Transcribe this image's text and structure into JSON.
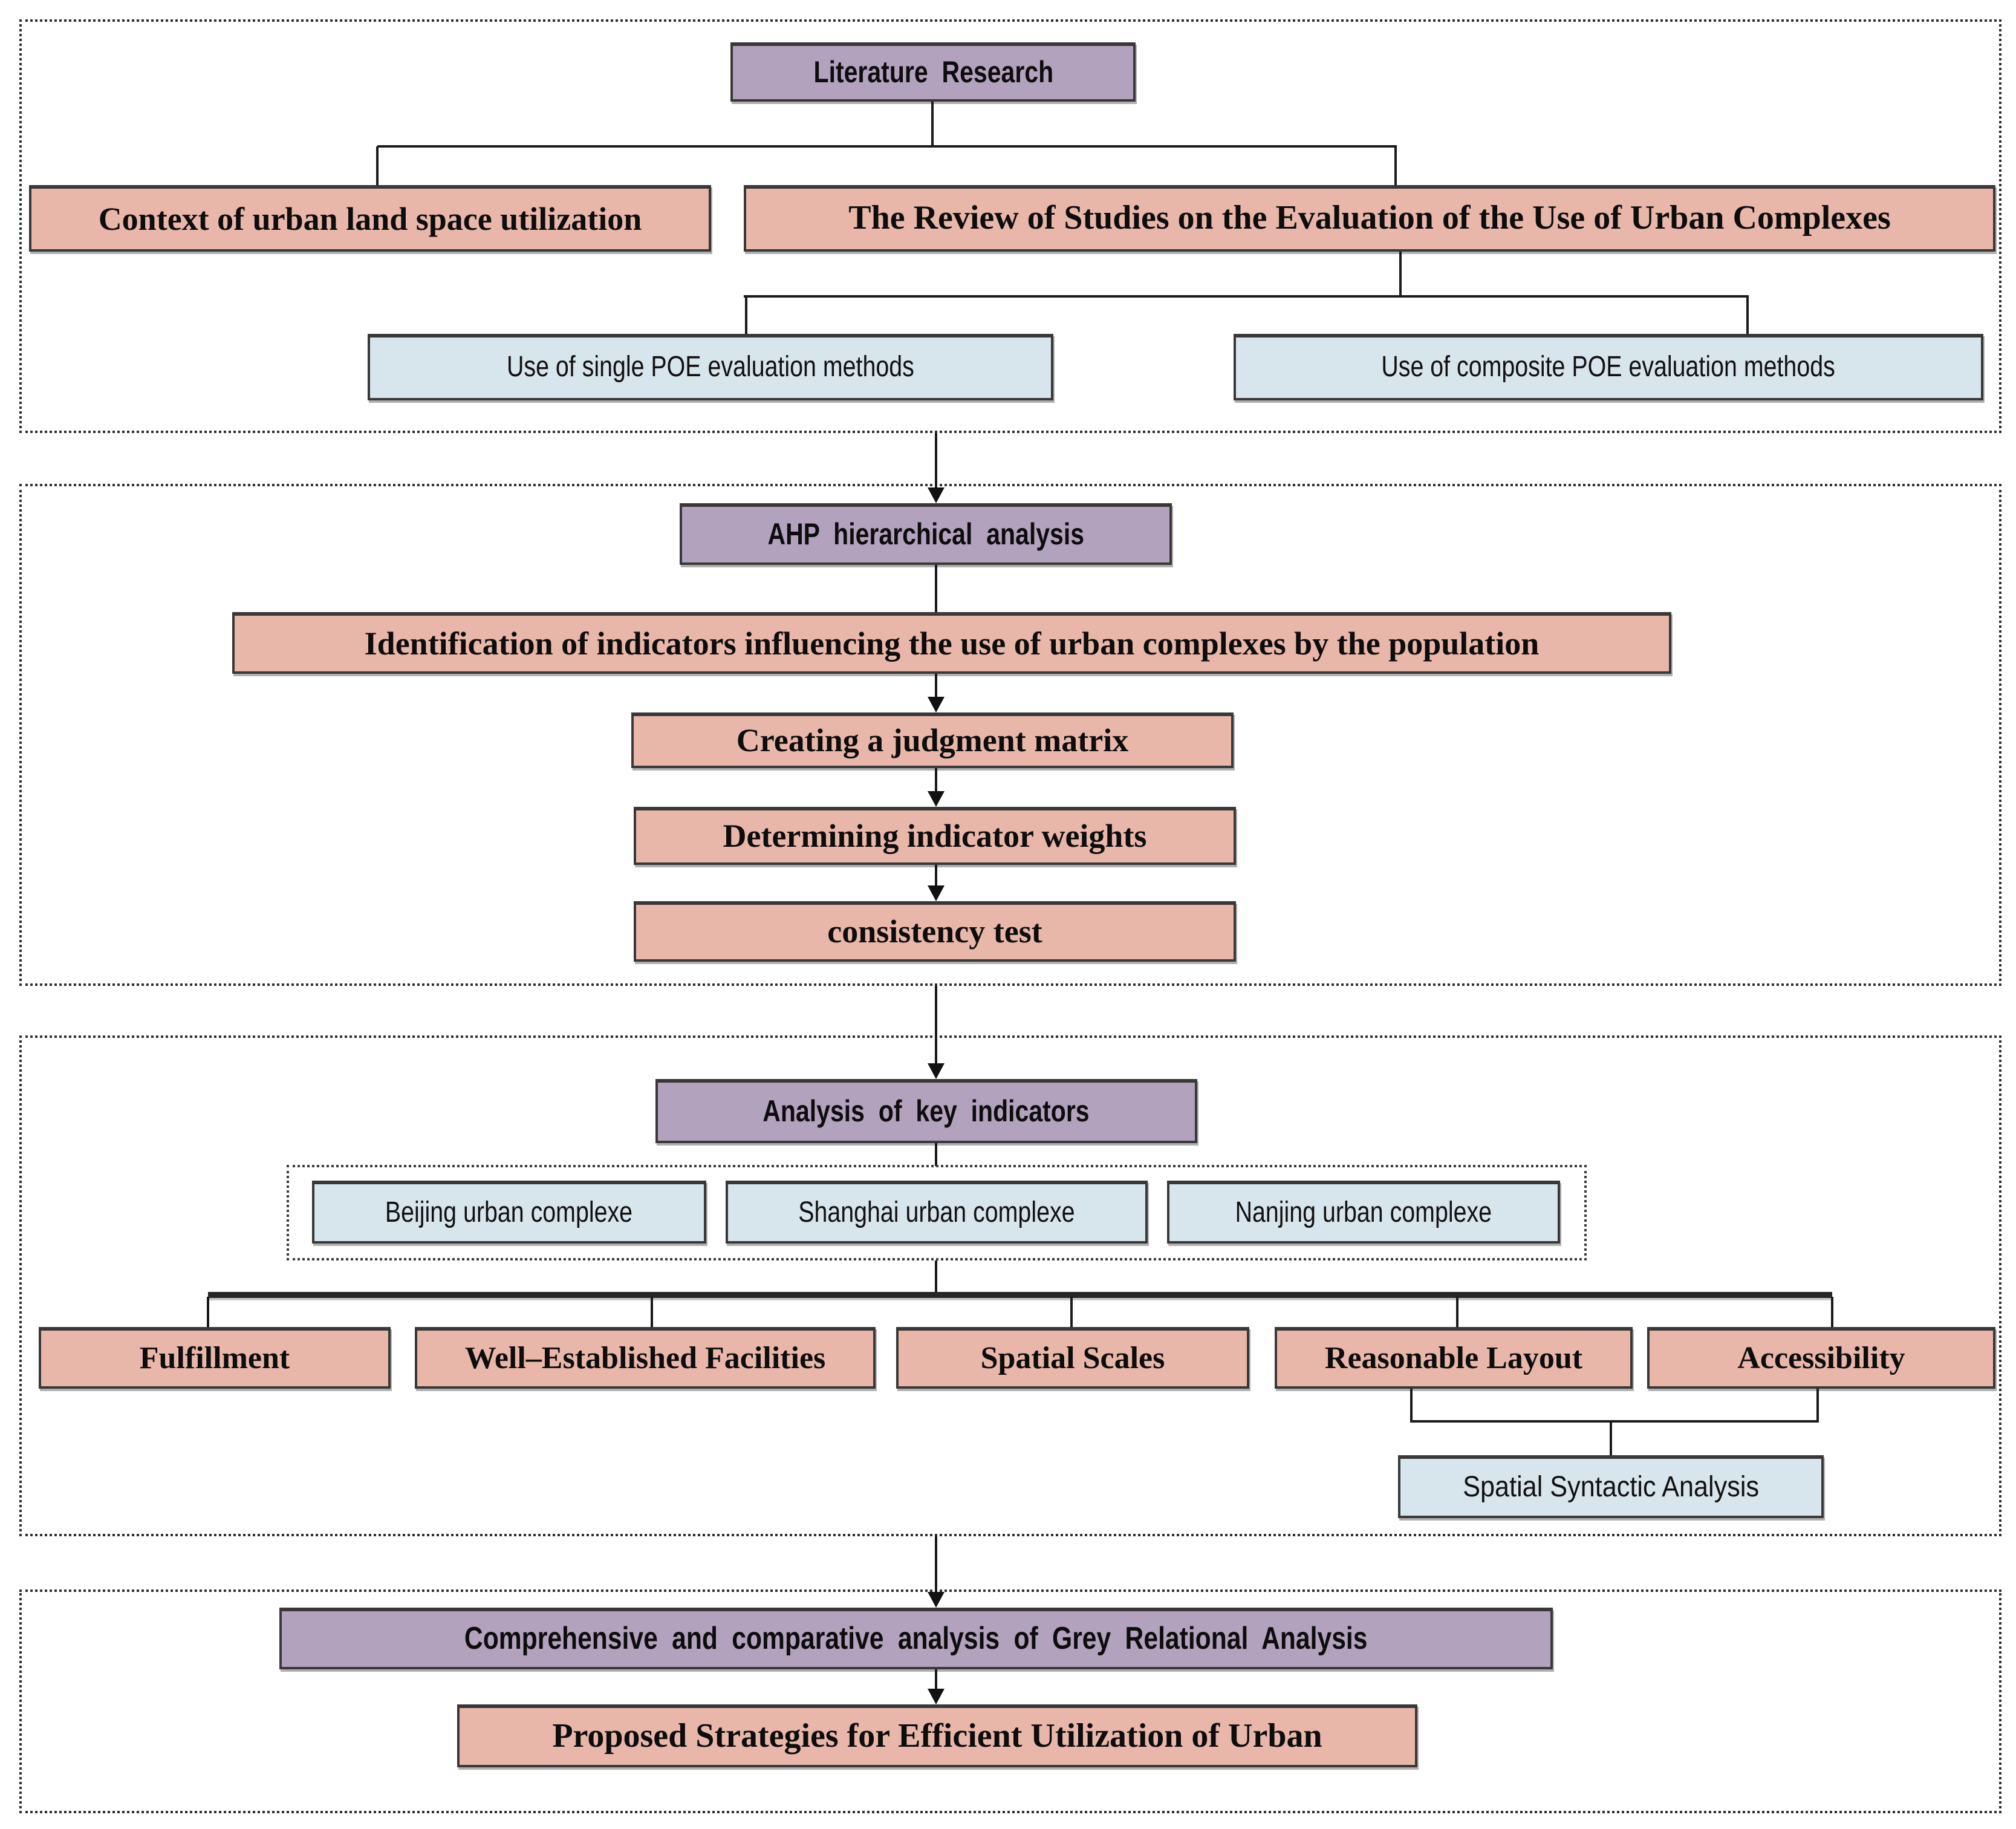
{
  "diagram": {
    "title": "Research framework flowchart",
    "colors": {
      "purple_fill": "#b3a2bd",
      "pink_fill": "#e9b7aa",
      "blue_fill": "#d7e5ec",
      "line": "#1a1a1a",
      "border": "#383838"
    },
    "nodes": {
      "literature_research": "Literature Research",
      "context": "Context of urban land space utilization",
      "review": "The Review of Studies on the Evaluation of the Use of Urban Complexes",
      "single_poe": "Use of single POE evaluation methods",
      "composite_poe": "Use of composite POE evaluation methods",
      "ahp": "AHP hierarchical analysis",
      "identification": "Identification of indicators influencing the use of urban complexes by the population",
      "judgment_matrix": "Creating a judgment matrix",
      "indicator_weights": "Determining indicator weights",
      "consistency_test": "consistency test",
      "key_indicators": "Analysis of key indicators",
      "beijing": "Beijing urban complexe",
      "shanghai": "Shanghai urban complexe",
      "nanjing": "Nanjing urban complexe",
      "fulfillment": "Fulfillment",
      "facilities": "Well–Established Facilities",
      "spatial_scales": "Spatial Scales",
      "reasonable_layout": "Reasonable Layout",
      "accessibility": "Accessibility",
      "spatial_syntactic": "Spatial Syntactic Analysis",
      "grey_relational": "Comprehensive and comparative analysis of Grey Relational Analysis",
      "proposed": "Proposed Strategies for Efficient Utilization of Urban"
    }
  }
}
